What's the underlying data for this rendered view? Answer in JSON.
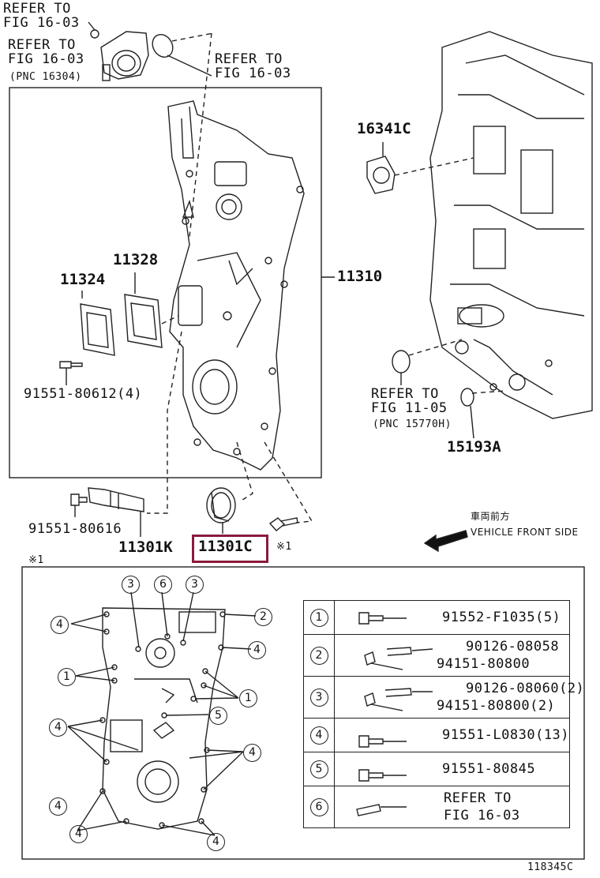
{
  "callouts": {
    "refer_top_left_1": [
      "REFER TO",
      "FIG 16-03"
    ],
    "refer_top_left_2": [
      "REFER TO",
      "FIG 16-03"
    ],
    "pnc_16304": "(PNC 16304)",
    "refer_top_mid": [
      "REFER TO",
      "FIG 16-03"
    ],
    "part_16341c": "16341C",
    "part_11328": "11328",
    "part_11324": "11324",
    "part_11310": "11310",
    "bolt_91551_80612": "91551-80612(4)",
    "refer_11_05": [
      "REFER TO",
      "FIG 11-05"
    ],
    "pnc_15770h": "(PNC 15770H)",
    "part_15193a": "15193A",
    "bolt_91551_80616": "91551-80616",
    "part_11301k": "11301K",
    "part_11301c": "11301C",
    "note_mark": "※1",
    "front_side_jp": "車両前方",
    "front_side_en": "VEHICLE FRONT SIDE",
    "detail_mark": "※1",
    "figure_id": "118345C"
  },
  "detail_circles": [
    "3",
    "6",
    "3",
    "4",
    "2",
    "4",
    "1",
    "1",
    "4",
    "5",
    "4",
    "4",
    "4",
    "4"
  ],
  "fastener_table": [
    {
      "num": "1",
      "lines": [
        "91552-F1035(5)"
      ]
    },
    {
      "num": "2",
      "lines": [
        "90126-08058",
        "94151-80800"
      ]
    },
    {
      "num": "3",
      "lines": [
        "90126-08060(2)",
        "94151-80800(2)"
      ]
    },
    {
      "num": "4",
      "lines": [
        "91551-L0830(13)"
      ]
    },
    {
      "num": "5",
      "lines": [
        "91551-80845"
      ]
    },
    {
      "num": "6",
      "lines": [
        "REFER TO",
        "FIG 16-03"
      ]
    }
  ]
}
